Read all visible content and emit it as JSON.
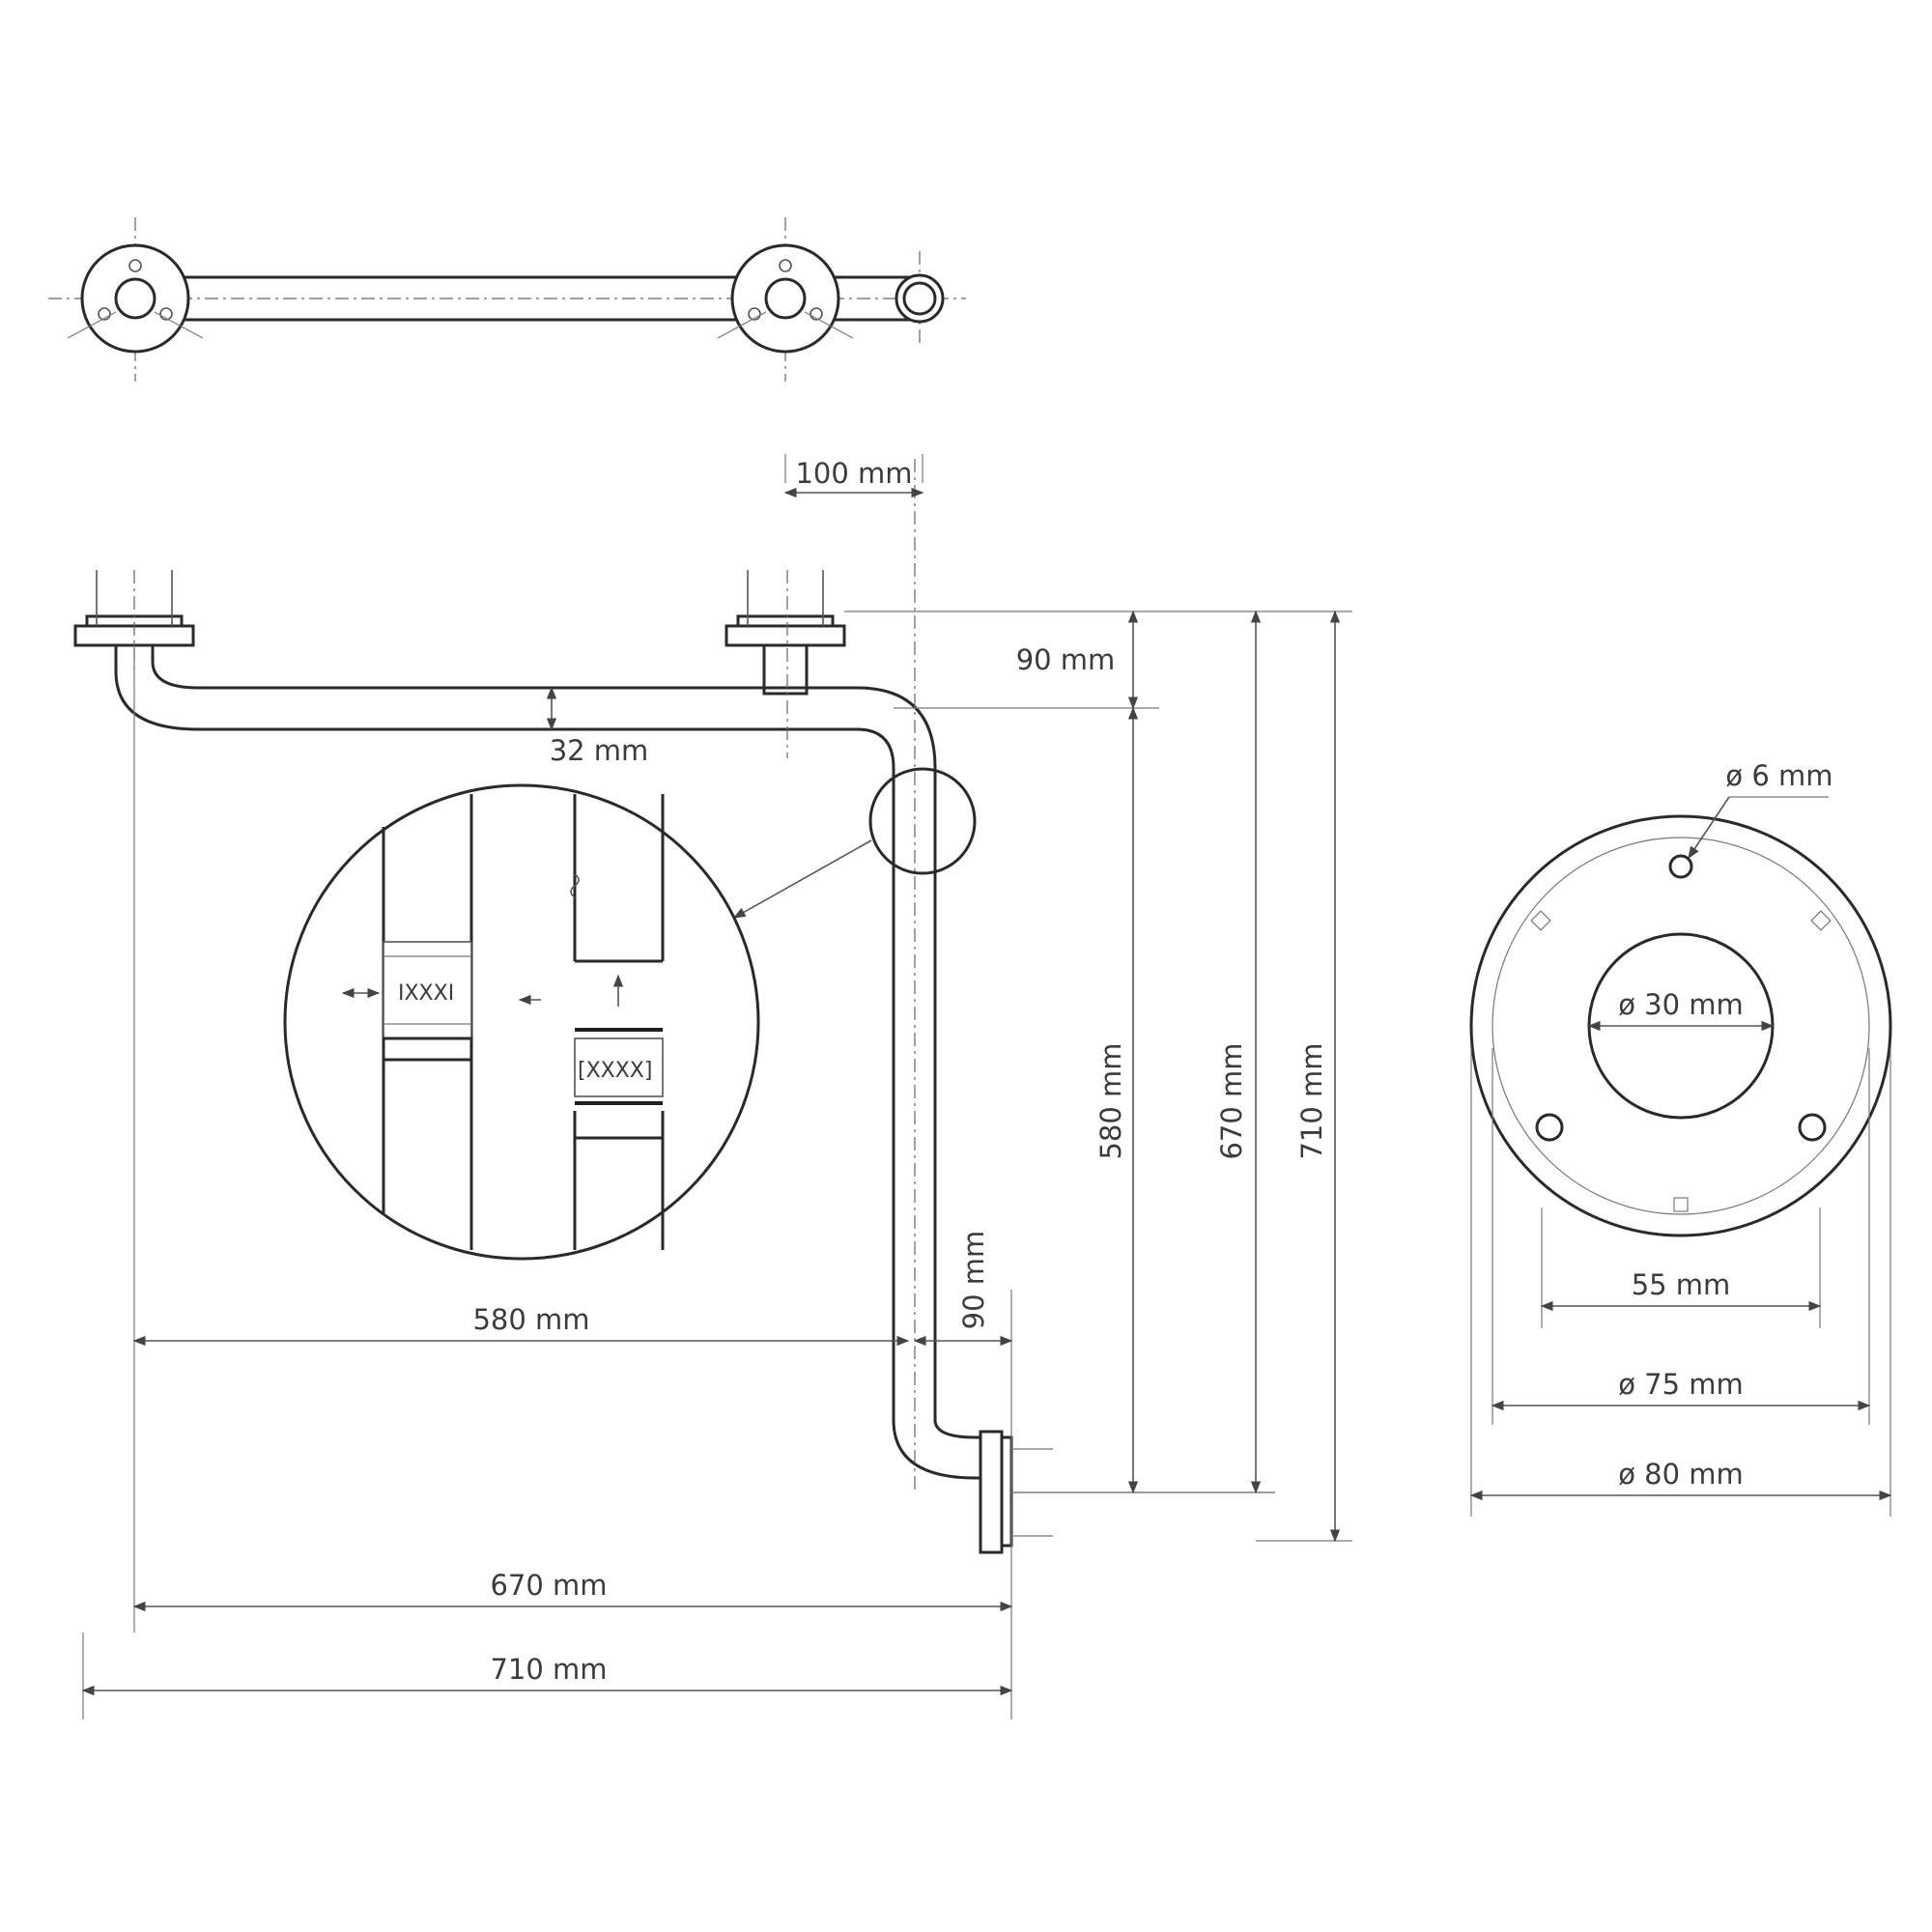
{
  "colors": {
    "line": "#2a2a2a",
    "dimension": "#555555",
    "text": "#3c3c3c",
    "background": "#ffffff"
  },
  "dimensions": {
    "offset_top": "100 mm",
    "flange_height": "90 mm",
    "tube_diameter": "32 mm",
    "vertical_580": "580 mm",
    "vertical_670": "670 mm",
    "vertical_710": "710 mm",
    "horizontal_580": "580 mm",
    "wall_offset": "90 mm",
    "horizontal_670": "670 mm",
    "horizontal_710": "710 mm"
  },
  "flange": {
    "screw_hole": "ø 6 mm",
    "center_hole": "ø 30 mm",
    "hole_spacing": "55 mm",
    "inner_diameter": "ø 75 mm",
    "outer_diameter": "ø 80 mm"
  }
}
